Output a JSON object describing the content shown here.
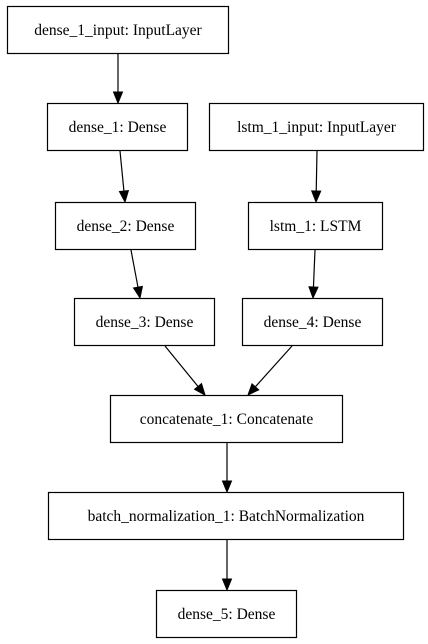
{
  "nodes": [
    {
      "id": "dense_1_input",
      "label": "dense_1_input: InputLayer"
    },
    {
      "id": "dense_1",
      "label": "dense_1: Dense"
    },
    {
      "id": "lstm_1_input",
      "label": "lstm_1_input: InputLayer"
    },
    {
      "id": "dense_2",
      "label": "dense_2: Dense"
    },
    {
      "id": "lstm_1",
      "label": "lstm_1: LSTM"
    },
    {
      "id": "dense_3",
      "label": "dense_3: Dense"
    },
    {
      "id": "dense_4",
      "label": "dense_4: Dense"
    },
    {
      "id": "concatenate_1",
      "label": "concatenate_1: Concatenate"
    },
    {
      "id": "batch_normalization_1",
      "label": "batch_normalization_1: BatchNormalization"
    },
    {
      "id": "dense_5",
      "label": "dense_5: Dense"
    }
  ],
  "edges": [
    {
      "from": "dense_1_input",
      "to": "dense_1"
    },
    {
      "from": "dense_1",
      "to": "dense_2"
    },
    {
      "from": "dense_2",
      "to": "dense_3"
    },
    {
      "from": "lstm_1_input",
      "to": "lstm_1"
    },
    {
      "from": "lstm_1",
      "to": "dense_4"
    },
    {
      "from": "dense_3",
      "to": "concatenate_1"
    },
    {
      "from": "dense_4",
      "to": "concatenate_1"
    },
    {
      "from": "concatenate_1",
      "to": "batch_normalization_1"
    },
    {
      "from": "batch_normalization_1",
      "to": "dense_5"
    }
  ]
}
